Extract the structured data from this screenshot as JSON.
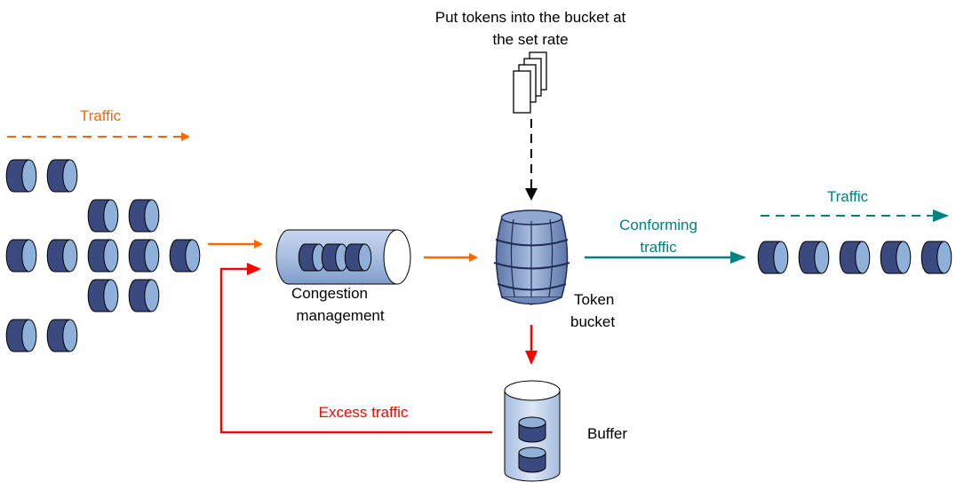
{
  "labels": {
    "token_source": [
      "Put tokens into the bucket at",
      "the set rate"
    ],
    "traffic_in": "Traffic",
    "traffic_out": "Traffic",
    "conforming": [
      "Conforming",
      "traffic"
    ],
    "congestion": [
      "Congestion",
      "management"
    ],
    "token_bucket": [
      "Token",
      "bucket"
    ],
    "excess": "Excess traffic",
    "buffer": "Buffer"
  },
  "colors": {
    "incoming": "#ff6600",
    "conforming": "#008080",
    "excess": "#ff0000",
    "token_flow": "#000000",
    "packet_dark": "#3b4a7e",
    "packet_light": "#8fb0d8",
    "queue_fill": "#a9bfe0",
    "barrel_fill": "#8fa8d0"
  },
  "packets": {
    "incoming_rows": [
      2,
      2,
      5,
      2,
      2
    ],
    "queue_count": 3,
    "outgoing_count": 5,
    "buffer_count": 2
  }
}
